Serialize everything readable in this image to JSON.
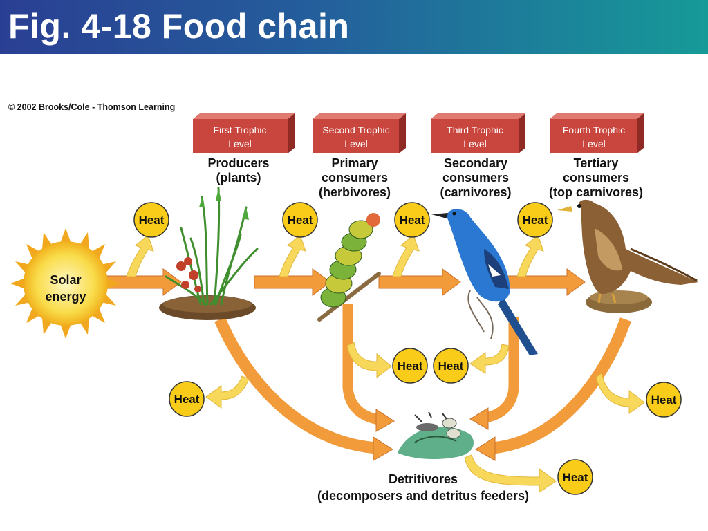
{
  "title": "Fig. 4-18 Food chain",
  "copyright": "© 2002 Brooks/Cole - Thomson Learning",
  "colors": {
    "title_gradient_start": "#2a3f93",
    "title_gradient_end": "#169a98",
    "level_box": "#c9463e",
    "energy_arrow": "#f29b3a",
    "heat_arrow": "#f6d24a",
    "heat_circle": "#f9cc1a",
    "sun": "#f7d23a"
  },
  "trophic_levels": [
    {
      "line1": "First  Trophic",
      "line2": "Level",
      "category": [
        "Producers",
        "(plants)"
      ]
    },
    {
      "line1": "Second  Trophic",
      "line2": "Level",
      "category": [
        "Primary",
        "consumers",
        "(herbivores)"
      ]
    },
    {
      "line1": "Third  Trophic",
      "line2": "Level",
      "category": [
        "Secondary",
        "consumers",
        "(carnivores)"
      ]
    },
    {
      "line1": "Fourth  Trophic",
      "line2": "Level",
      "category": [
        "Tertiary",
        "consumers",
        "(top carnivores)"
      ]
    }
  ],
  "solar": {
    "line1": "Solar",
    "line2": "energy"
  },
  "heat_label": "Heat",
  "detritivores": {
    "line1": "Detritivores",
    "line2": "(decomposers and detritus feeders)"
  }
}
